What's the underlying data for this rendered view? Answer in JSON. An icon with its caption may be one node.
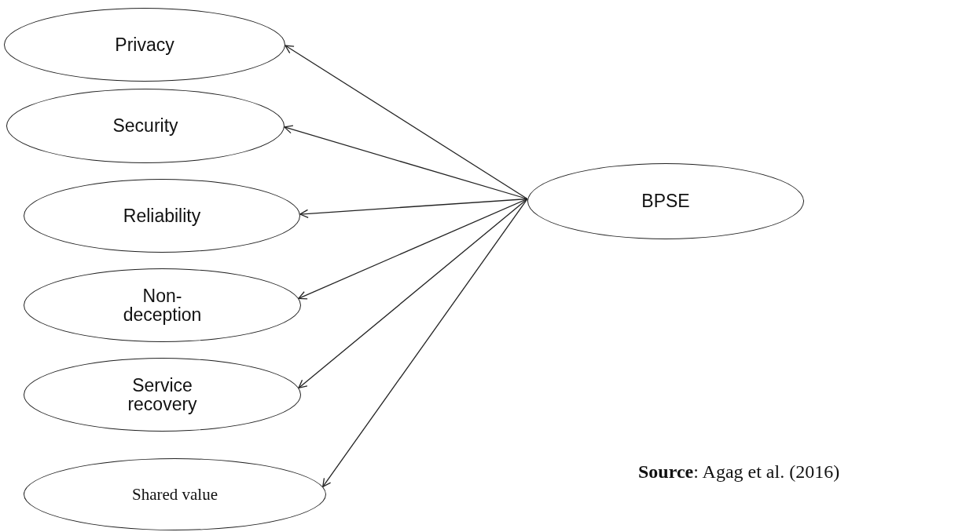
{
  "diagram": {
    "nodes": [
      {
        "text": [
          "Privacy"
        ]
      },
      {
        "text": [
          "Security"
        ]
      },
      {
        "text": [
          "Reliability"
        ]
      },
      {
        "text": [
          "Non- deception"
        ]
      },
      {
        "text": [
          "Service recovery"
        ]
      },
      {
        "text": [
          "Shared value"
        ]
      },
      {
        "text": [
          "BPSE"
        ]
      }
    ],
    "edges": [
      {
        "from": 6,
        "to": 0,
        "arrow": "to"
      },
      {
        "from": 6,
        "to": 1,
        "arrow": "to"
      },
      {
        "from": 6,
        "to": 2,
        "arrow": "to"
      },
      {
        "from": 6,
        "to": 3,
        "arrow": "to"
      },
      {
        "from": 6,
        "to": 4,
        "arrow": "to"
      },
      {
        "from": 6,
        "to": 5,
        "arrow": "to"
      }
    ],
    "labels": [
      "**Source**: Agag et al. (2016)"
    ]
  }
}
